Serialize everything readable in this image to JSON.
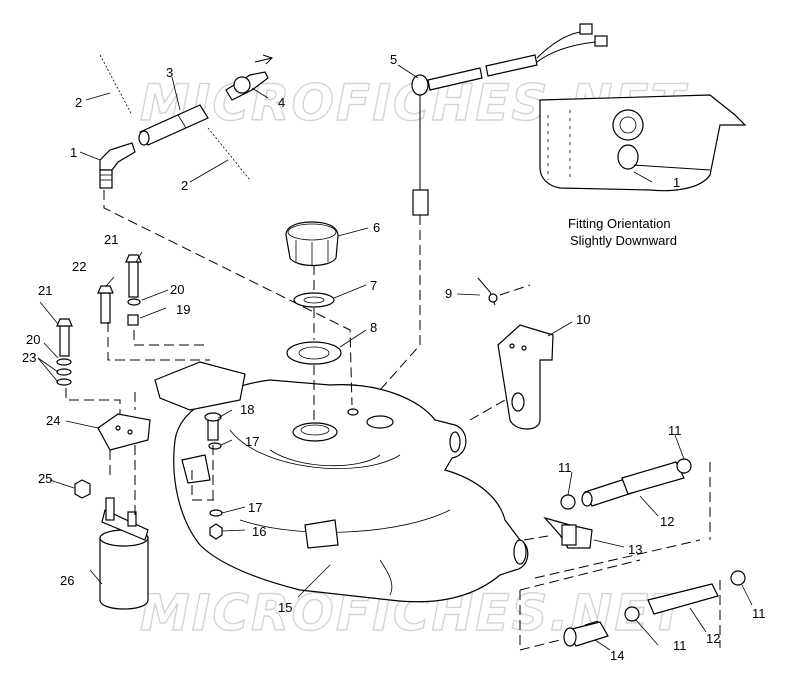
{
  "watermark": "MICROFICHES.NET",
  "inset_note": {
    "line1": "Fitting Orientation",
    "line2": "Slightly Downward"
  },
  "callouts": {
    "c1": "1",
    "c1b": "1",
    "c2a": "2",
    "c2b": "2",
    "c3": "3",
    "c4": "4",
    "c5": "5",
    "c6": "6",
    "c7": "7",
    "c8": "8",
    "c9": "9",
    "c10": "10",
    "c11a": "11",
    "c11b": "11",
    "c11c": "11",
    "c11d": "11",
    "c12a": "12",
    "c12b": "12",
    "c13": "13",
    "c14": "14",
    "c15": "15",
    "c16": "16",
    "c17a": "17",
    "c17b": "17",
    "c18": "18",
    "c19": "19",
    "c20a": "20",
    "c20b": "20",
    "c21a": "21",
    "c21b": "21",
    "c22": "22",
    "c23": "23",
    "c24": "24",
    "c25": "25",
    "c26": "26"
  }
}
